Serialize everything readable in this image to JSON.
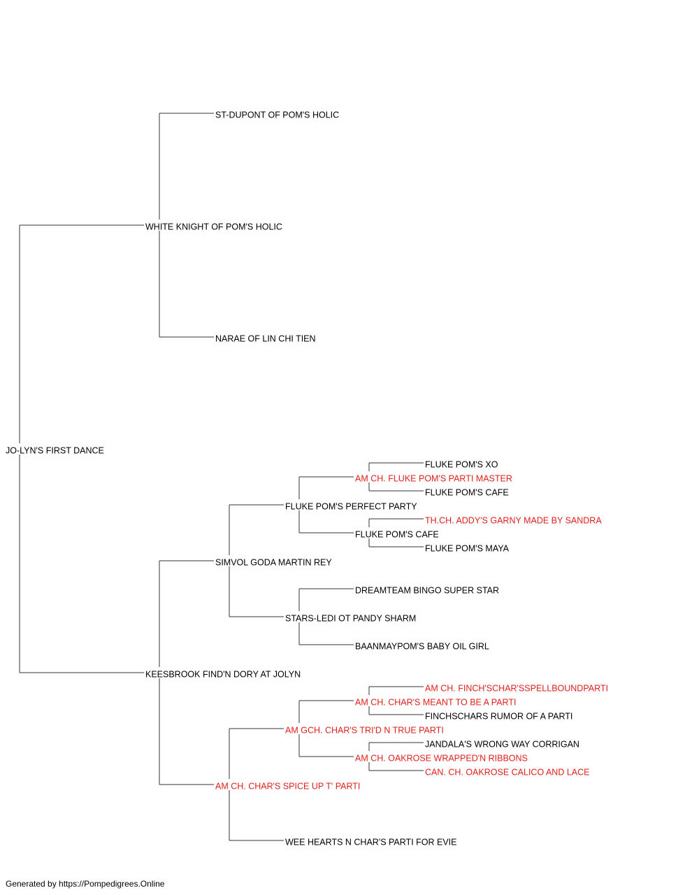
{
  "colors": {
    "normal": "#000000",
    "champion": "#e0201c",
    "connector": "#333333"
  },
  "pedigree": {
    "subject": {
      "name": "JO-LYN'S FIRST DANCE",
      "champion": false
    },
    "sire": {
      "name": "WHITE KNIGHT OF POM'S HOLIC",
      "champion": false
    },
    "dam": {
      "name": "KEESBROOK FIND'N DORY AT JOLYN",
      "champion": false
    },
    "sire_sire": {
      "name": "ST-DUPONT OF POM'S HOLIC",
      "champion": false
    },
    "sire_dam": {
      "name": "NARAE OF LIN CHI TIEN",
      "champion": false
    },
    "dam_sire": {
      "name": "SIMVOL GODA MARTIN REY",
      "champion": false
    },
    "dam_dam": {
      "name": "AM CH. CHAR'S SPICE UP T' PARTI",
      "champion": true
    },
    "dam_sire_sire": {
      "name": "FLUKE POM'S PERFECT PARTY",
      "champion": false
    },
    "dam_sire_dam": {
      "name": "STARS-LEDI OT PANDY SHARM",
      "champion": false
    },
    "dam_dam_sire": {
      "name": "AM GCH. CHAR'S TRI'D N TRUE PARTI",
      "champion": true
    },
    "dam_dam_dam": {
      "name": "WEE HEARTS N CHAR'S PARTI FOR EVIE",
      "champion": false
    },
    "fpp_sire": {
      "name": "AM CH. FLUKE POM'S PARTI MASTER",
      "champion": true
    },
    "fpp_dam": {
      "name": "FLUKE POM'S CAFE",
      "champion": false
    },
    "stars_sire": {
      "name": "DREAMTEAM BINGO SUPER STAR",
      "champion": false
    },
    "stars_dam": {
      "name": "BAANMAYPOM'S BABY OIL GIRL",
      "champion": false
    },
    "trid_sire": {
      "name": "AM CH. CHAR'S MEANT TO BE A PARTI",
      "champion": true
    },
    "trid_dam": {
      "name": "AM CH. OAKROSE WRAPPED'N RIBBONS",
      "champion": true
    },
    "fpm_sire": {
      "name": "FLUKE POM'S XO",
      "champion": false
    },
    "fpm_dam": {
      "name": "FLUKE POM'S CAFE",
      "champion": false
    },
    "cafe_sire": {
      "name": "TH.CH. ADDY'S GARNY MADE BY SANDRA",
      "champion": true
    },
    "cafe_dam": {
      "name": "FLUKE POM'S MAYA",
      "champion": false
    },
    "meant_sire": {
      "name": "AM CH. FINCH'SCHAR'SSPELLBOUNDPARTI",
      "champion": true
    },
    "meant_dam": {
      "name": "FINCHSCHARS RUMOR OF A PARTI",
      "champion": false
    },
    "oak_sire": {
      "name": "JANDALA'S WRONG WAY CORRIGAN",
      "champion": false
    },
    "oak_dam": {
      "name": "CAN. CH. OAKROSE CALICO AND LACE",
      "champion": true
    }
  },
  "footer": {
    "text": "Generated by https://Pompedigrees.Online"
  }
}
